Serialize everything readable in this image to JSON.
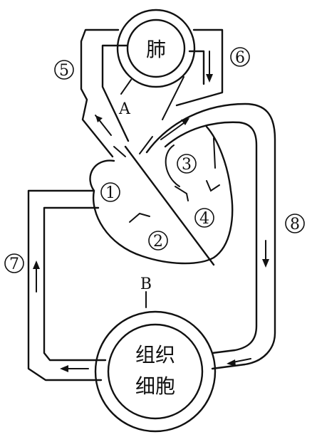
{
  "organs": {
    "lung": "肺",
    "tissue_line1": "组织",
    "tissue_line2": "细胞"
  },
  "letters": {
    "a": "A",
    "b": "B"
  },
  "chambers": {
    "c1": "1",
    "c2": "2",
    "c3": "3",
    "c4": "4"
  },
  "vessels": {
    "v5": "5",
    "v6": "6",
    "v7": "7",
    "v8": "8"
  }
}
